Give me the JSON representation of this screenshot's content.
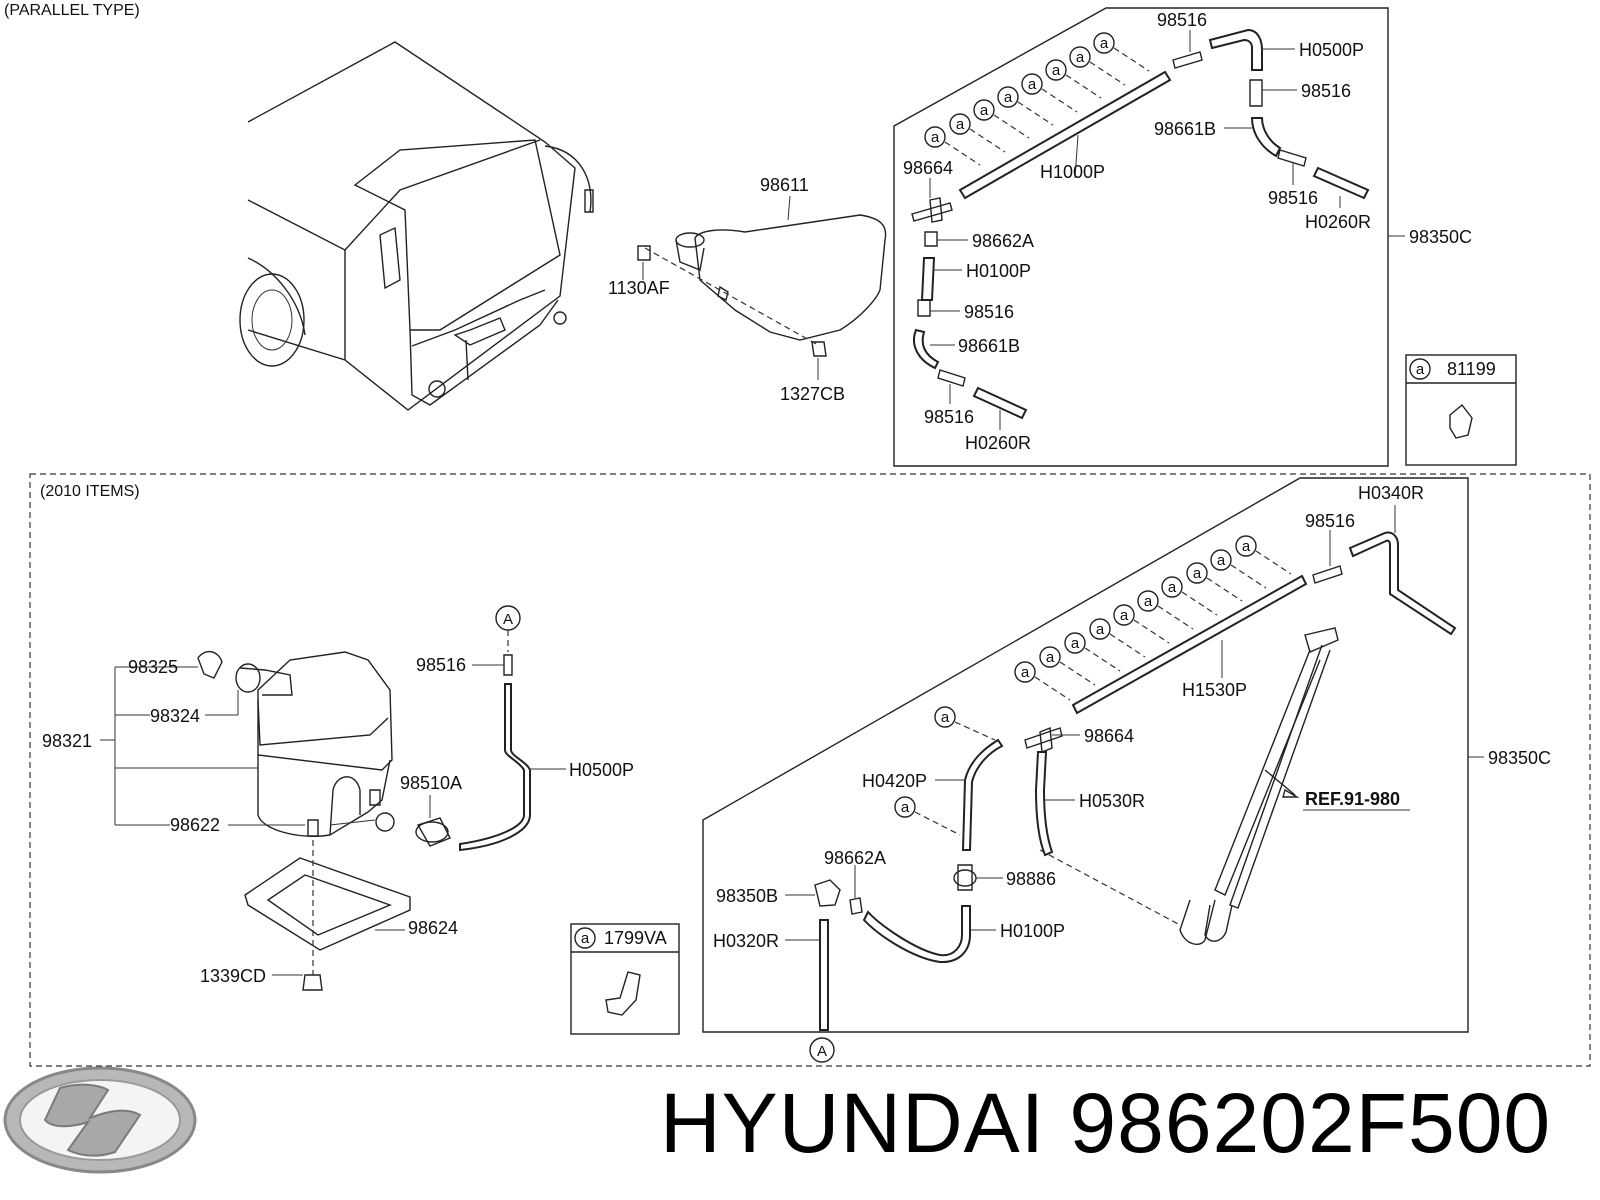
{
  "top_section_label": "(PARALLEL TYPE)",
  "bottom_section_label": "(2010 ITEMS)",
  "top_parts": {
    "tank": "98611",
    "bolt": "1130AF",
    "nut": "1327CB",
    "group_right": "98350C",
    "clip_label": "a",
    "clip_part": "81199",
    "hose_main": "H1000P",
    "tee": "98664",
    "connector_a": "98662A",
    "hose_h0100p": "H0100P",
    "joint_98516_a": "98516",
    "elbow_98661b": "98661B",
    "joint_98516_b": "98516",
    "hose_h0260r": "H0260R",
    "joint_98516_top": "98516",
    "hose_h0500p": "H0500P",
    "joint_98516_right": "98516",
    "elbow_98661b_right": "98661B",
    "joint_98516_right2": "98516",
    "hose_h0260r_right": "H0260R"
  },
  "bottom_parts": {
    "cap": "98325",
    "seal": "98324",
    "reservoir": "98321",
    "grommet": "98622",
    "bracket": "98624",
    "nut": "1339CD",
    "joint_left": "98516",
    "marker_a": "A",
    "pump": "98510A",
    "hose_left": "H0500P",
    "clip_label": "a",
    "clip_part": "1799VA",
    "hose_top_right": "H0340R",
    "joint_right": "98516",
    "hose_main": "H1530P",
    "tee": "98664",
    "hose_h0420p": "H0420P",
    "hose_h0530r": "H0530R",
    "valve": "98886",
    "connector_a": "98662A",
    "elbow": "98350B",
    "hose_h0320r": "H0320R",
    "hose_h0100p": "H0100P",
    "group_right": "98350C",
    "reference": "REF.91-980"
  },
  "footer": {
    "brand": "HYUNDAI 986202F500"
  }
}
